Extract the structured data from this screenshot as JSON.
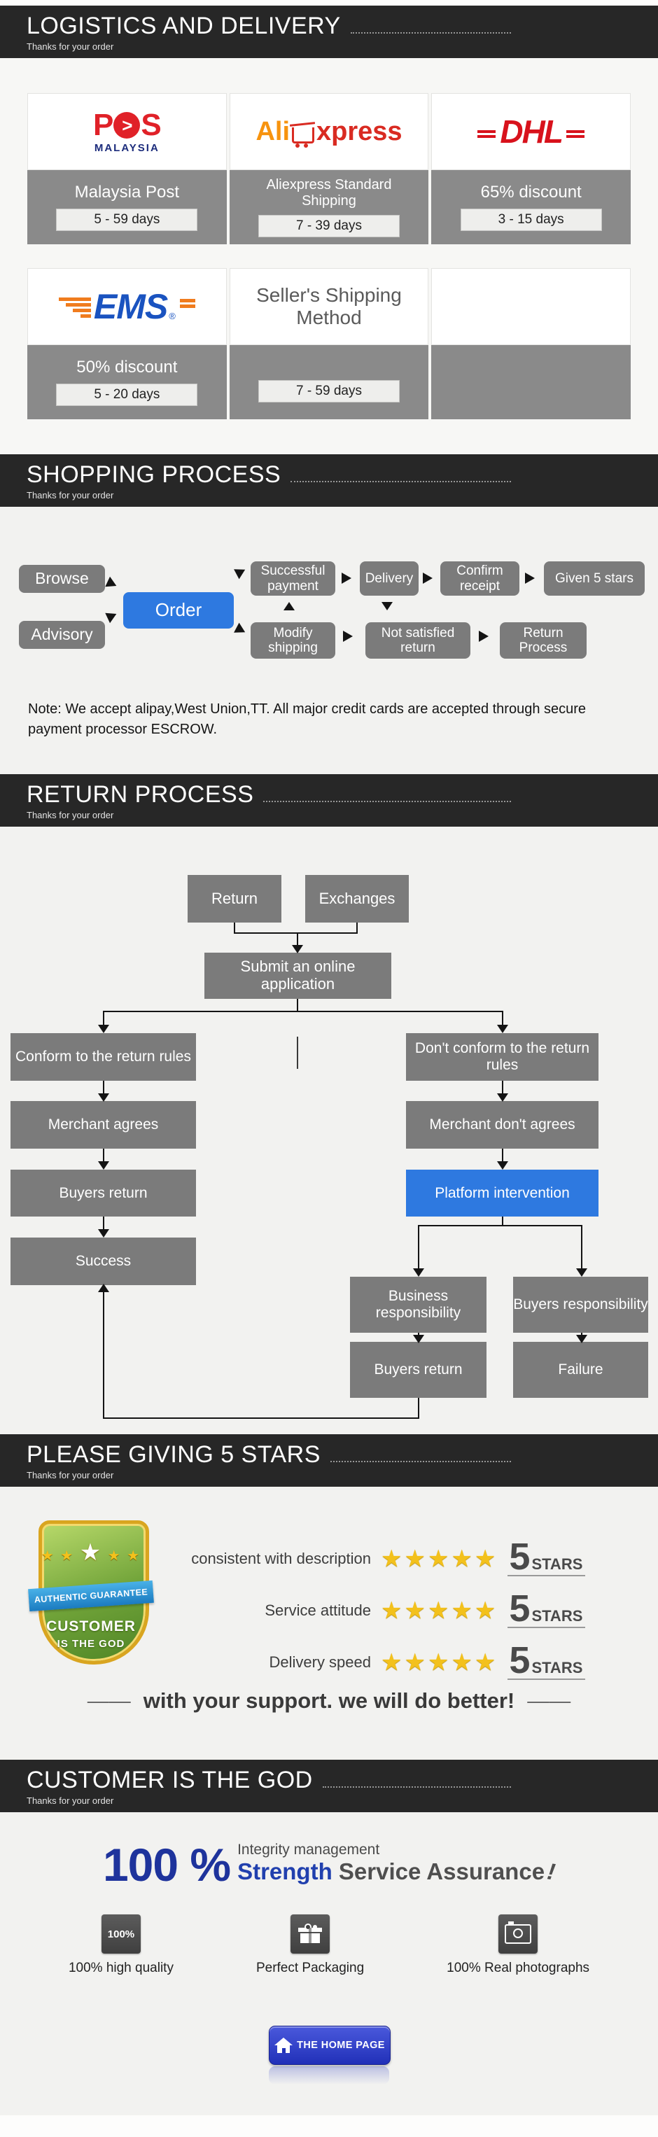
{
  "headers": {
    "logistics": {
      "title": "LOGISTICS AND DELIVERY",
      "subtitle": "Thanks for your order"
    },
    "shopping": {
      "title": "SHOPPING PROCESS",
      "subtitle": "Thanks for your order"
    },
    "returns": {
      "title": "RETURN PROCESS",
      "subtitle": "Thanks for your order"
    },
    "stars": {
      "title": "PLEASE GIVING 5 STARS",
      "subtitle": "Thanks for your order"
    },
    "customer": {
      "title": "CUSTOMER IS THE GOD",
      "subtitle": "Thanks for your order"
    }
  },
  "logistics": {
    "pos": {
      "brand": "P",
      "chevron": ">",
      "tail": "S",
      "sub": "MALAYSIA",
      "name": "Malaysia Post",
      "days": "5 - 59 days"
    },
    "ali": {
      "part1": "Ali",
      "part2": "xpress",
      "name": "Aliexpress Standard Shipping",
      "days": "7 - 39 days"
    },
    "dhl": {
      "brand": "DHL",
      "name": "65% discount",
      "days": "3 - 15 days"
    },
    "ems": {
      "brand": "EMS",
      "reg": "®",
      "name": "50% discount",
      "days": "5 - 20 days"
    },
    "seller": {
      "logo_text": "Seller's Shipping Method",
      "days": "7 - 59 days"
    }
  },
  "shopping_flow": {
    "browse": "Browse",
    "advisory": "Advisory",
    "order": "Order",
    "successful_payment": "Successful payment",
    "delivery": "Delivery",
    "confirm_receipt": "Confirm receipt",
    "given_5_stars": "Given 5 stars",
    "modify_shipping": "Modify shipping",
    "not_satisfied_return": "Not satisfied return",
    "return_process": "Return Process"
  },
  "note": "Note: We accept alipay,West Union,TT. All major credit cards are accepted through secure payment processor ESCROW.",
  "return_flow": {
    "return": "Return",
    "exchanges": "Exchanges",
    "submit": "Submit an online application",
    "conform": "Conform to the return rules",
    "dont_conform": "Don't conform to the return rules",
    "merchant_agrees": "Merchant agrees",
    "merchant_dont_agrees": "Merchant don't agrees",
    "buyers_return": "Buyers return",
    "platform": "Platform intervention",
    "success": "Success",
    "business_responsibility": "Business responsibility",
    "buyers_responsibility": "Buyers responsibility",
    "buyers_return_2": "Buyers return",
    "failure": "Failure"
  },
  "rating": {
    "badge": {
      "ribbon": "AUTHENTIC GUARANTEE",
      "line1": "CUSTOMER",
      "line2": "IS THE GOD",
      "stars_small": "★ ★",
      "star_big": "★"
    },
    "rows": [
      {
        "label": "consistent with description",
        "stars": "★★★★★",
        "score": "5",
        "unit": "STARS"
      },
      {
        "label": "Service attitude",
        "stars": "★★★★★",
        "score": "5",
        "unit": "STARS"
      },
      {
        "label": "Delivery speed",
        "stars": "★★★★★",
        "score": "5",
        "unit": "STARS"
      }
    ],
    "slogan": "with your support. we will do better!",
    "dash": "——"
  },
  "guarantee": {
    "percent": "100 %",
    "line_top": "Integrity management",
    "line_blue": "Strength",
    "line_gray": " Service Assurance",
    "bang": "!",
    "features": [
      {
        "icon": "percent-badge",
        "badge_text": "100%",
        "label": "100% high quality"
      },
      {
        "icon": "gift",
        "label": "Perfect Packaging"
      },
      {
        "icon": "camera",
        "label": "100% Real photographs"
      }
    ],
    "home_button": "THE HOME PAGE"
  },
  "colors": {
    "header_bar": "#272727",
    "flow_gray": "#7b7b7b",
    "accent_blue": "#2e79e0",
    "deep_blue": "#1e339c",
    "gold": "#f3c11c",
    "dhl_red": "#d8121c",
    "pos_red": "#e02128",
    "ems_blue": "#1a53c0",
    "home_button_blue": "#2130b8"
  }
}
